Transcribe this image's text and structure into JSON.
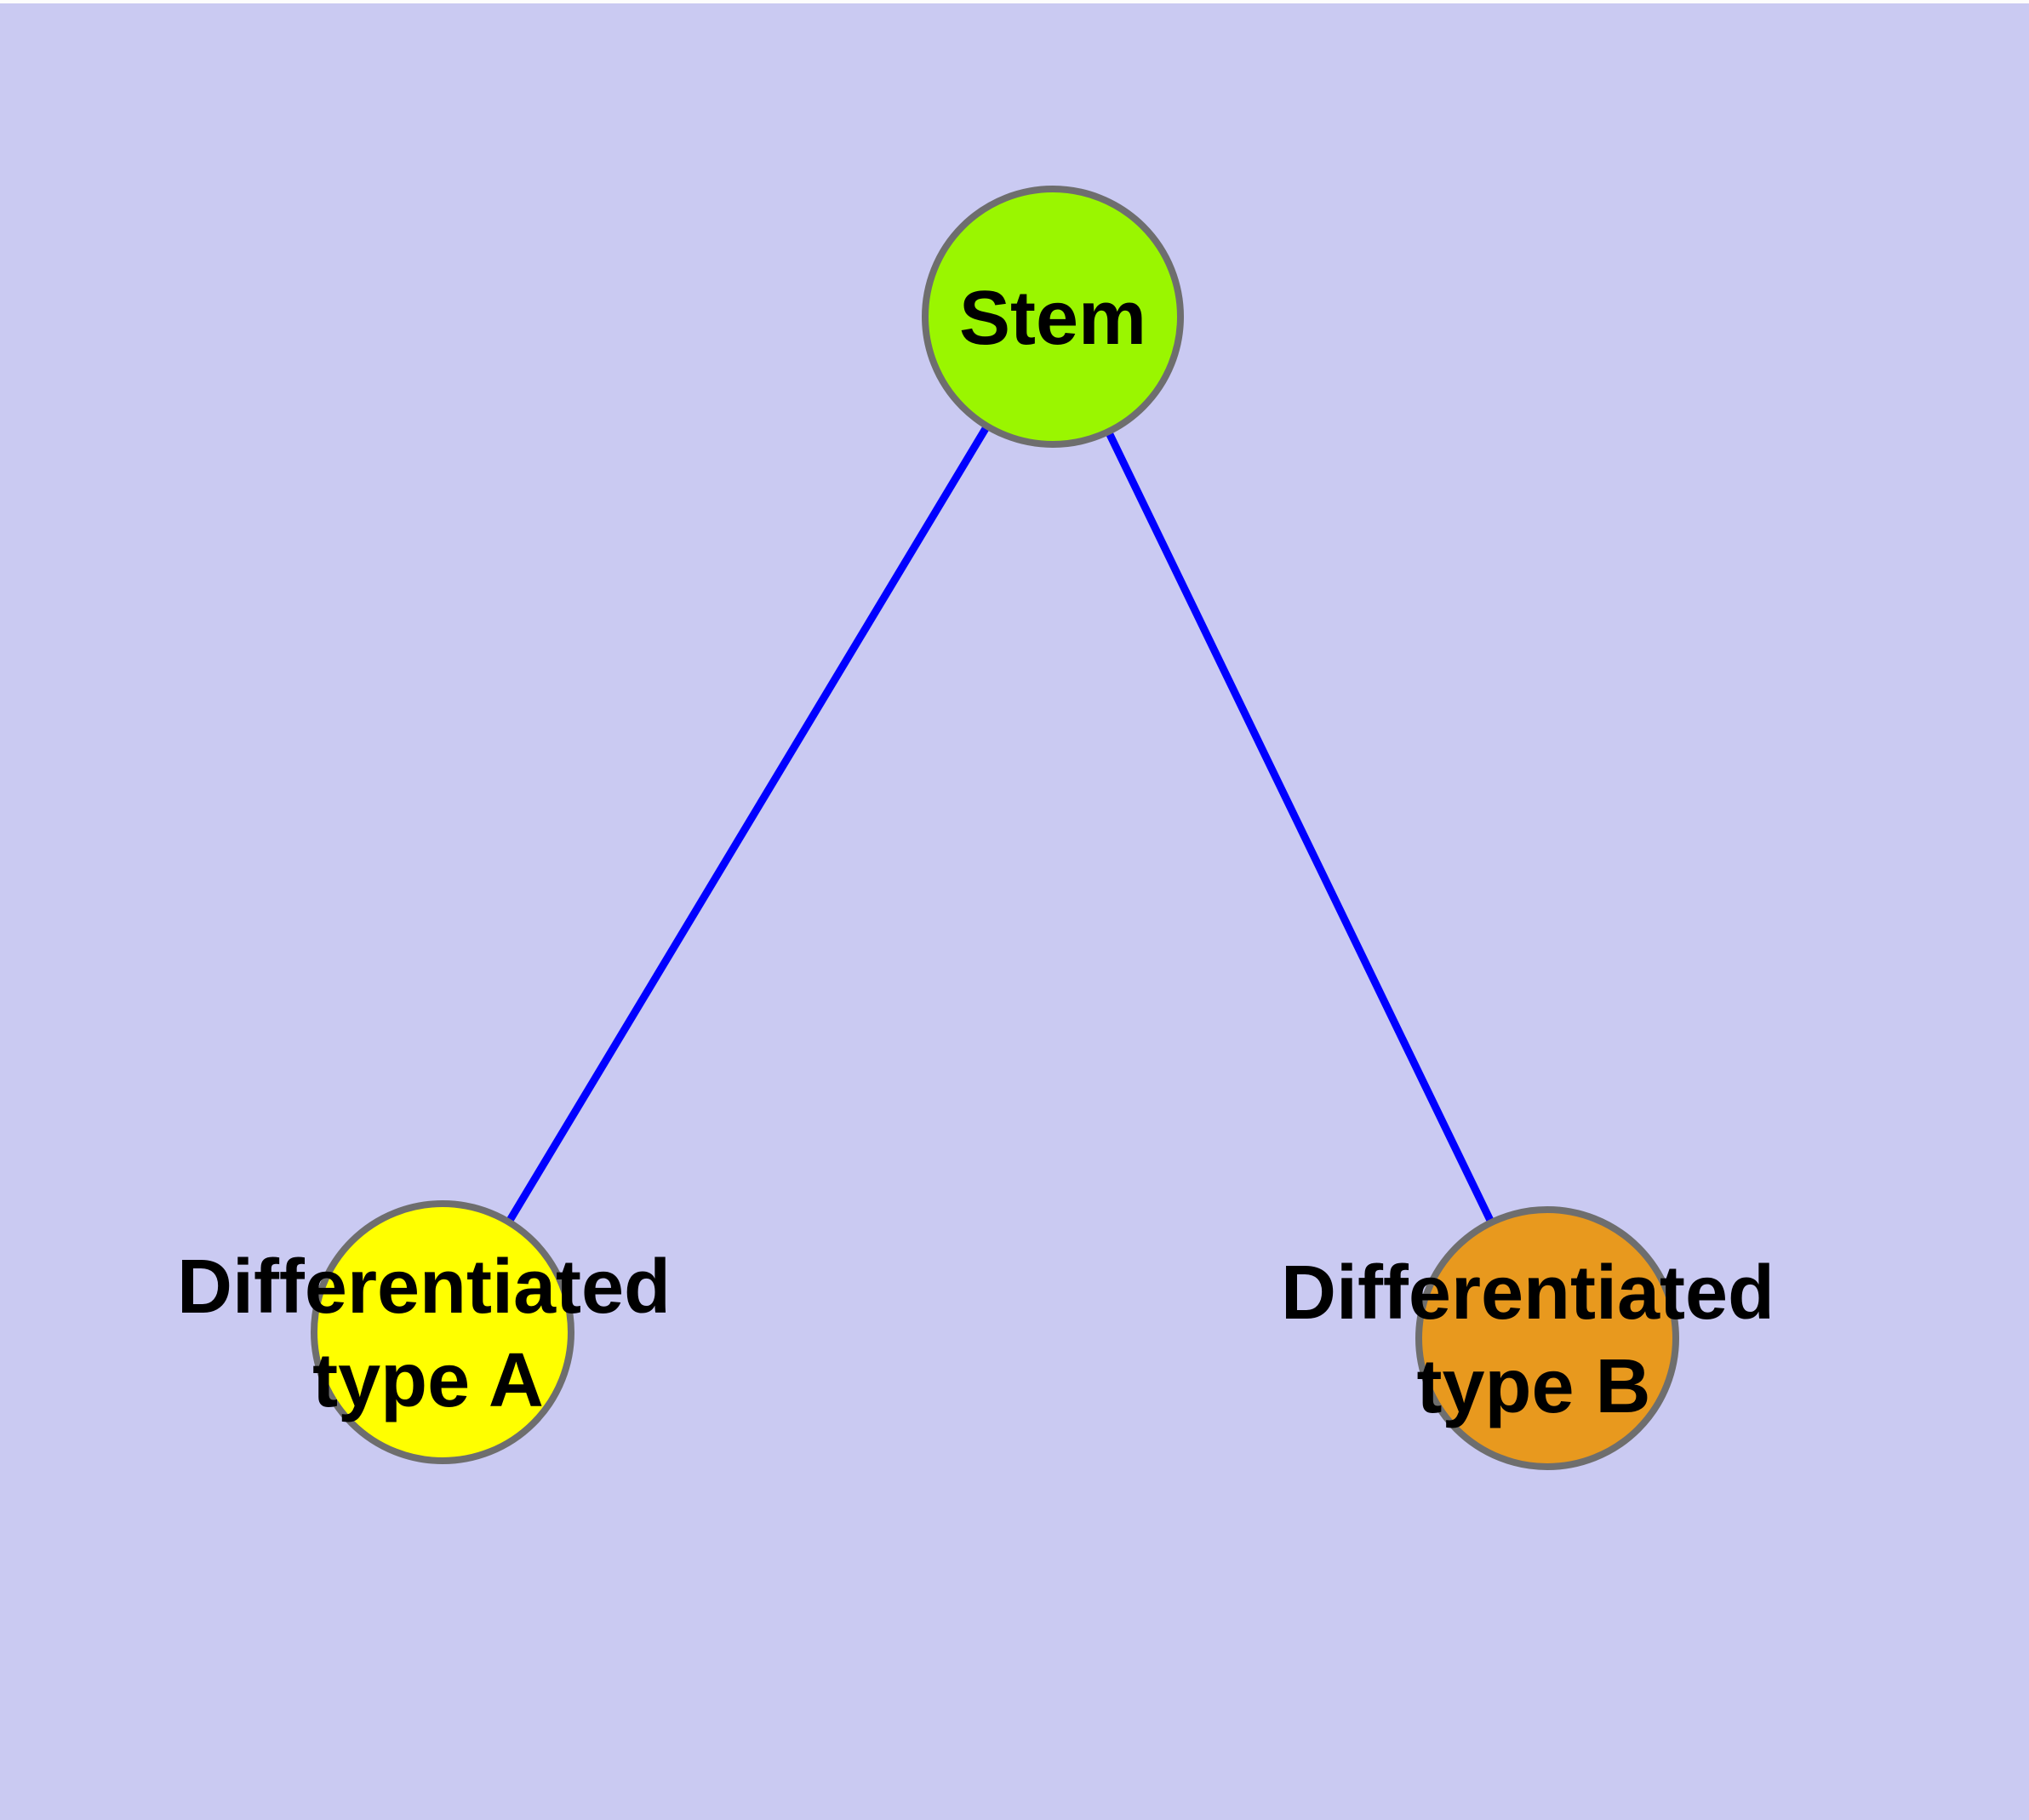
{
  "page": {
    "background_color": "#cacaf2",
    "top_strip_color": "#fdfdfd"
  },
  "diagram": {
    "type": "node-link-graph",
    "edge_color": "#0000ff",
    "node_border_color": "#6e6e6e",
    "label_color": "#000000",
    "nodes": {
      "stem": {
        "label": "Stem",
        "fill": "#9af600"
      },
      "type_a": {
        "label_line1": "Differentiated",
        "label_line2": "type A",
        "fill": "#ffff00"
      },
      "type_b": {
        "label_line1": "Differentiated",
        "label_line2": "type B",
        "fill": "#e8991e"
      }
    },
    "edges": [
      {
        "from": "Stem",
        "to": "Differentiated type A"
      },
      {
        "from": "Stem",
        "to": "Differentiated type B"
      }
    ]
  }
}
